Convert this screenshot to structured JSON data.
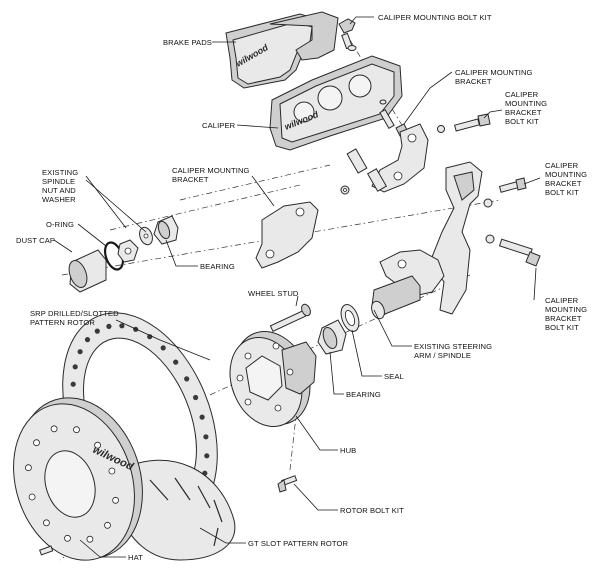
{
  "labels": {
    "caliper_bolt_kit": "CALIPER MOUNTING BOLT KIT",
    "brake_pads": "BRAKE PADS",
    "caliper_bracket_top": [
      "CALIPER MOUNTING",
      "BRACKET"
    ],
    "bracket_bolt_kit_1": [
      "CALIPER",
      "MOUNTING",
      "BRACKET",
      "BOLT KIT"
    ],
    "caliper": "CALIPER",
    "bracket_bolt_kit_2": [
      "CALIPER",
      "MOUNTING",
      "BRACKET",
      "BOLT KIT"
    ],
    "caliper_bracket_mid": [
      "CALIPER MOUNTING",
      "BRACKET"
    ],
    "spindle_nut": [
      "EXISTING",
      "SPINDLE",
      "NUT AND",
      "WASHER"
    ],
    "o_ring": "O-RING",
    "dust_cap": "DUST CAP",
    "bearing_outer": "BEARING",
    "bracket_bolt_kit_3": [
      "CALIPER",
      "MOUNTING",
      "BRACKET",
      "BOLT KIT"
    ],
    "wheel_stud": "WHEEL STUD",
    "srp_rotor": [
      "SRP DRILLED/SLOTTED",
      "PATTERN ROTOR"
    ],
    "steering_arm": [
      "EXISTING STEERING",
      "ARM / SPINDLE"
    ],
    "seal": "SEAL",
    "bearing_inner": "BEARING",
    "hub": "HUB",
    "rotor_bolt_kit": "ROTOR BOLT KIT",
    "gt_rotor": "GT SLOT PATTERN ROTOR",
    "hat": "HAT"
  },
  "logos": {
    "brand": "wilwood"
  },
  "colors": {
    "line": "#1a1a1a",
    "part_fill": "#e9e9e9",
    "part_shade": "#cfcfcf",
    "background": "#ffffff"
  }
}
